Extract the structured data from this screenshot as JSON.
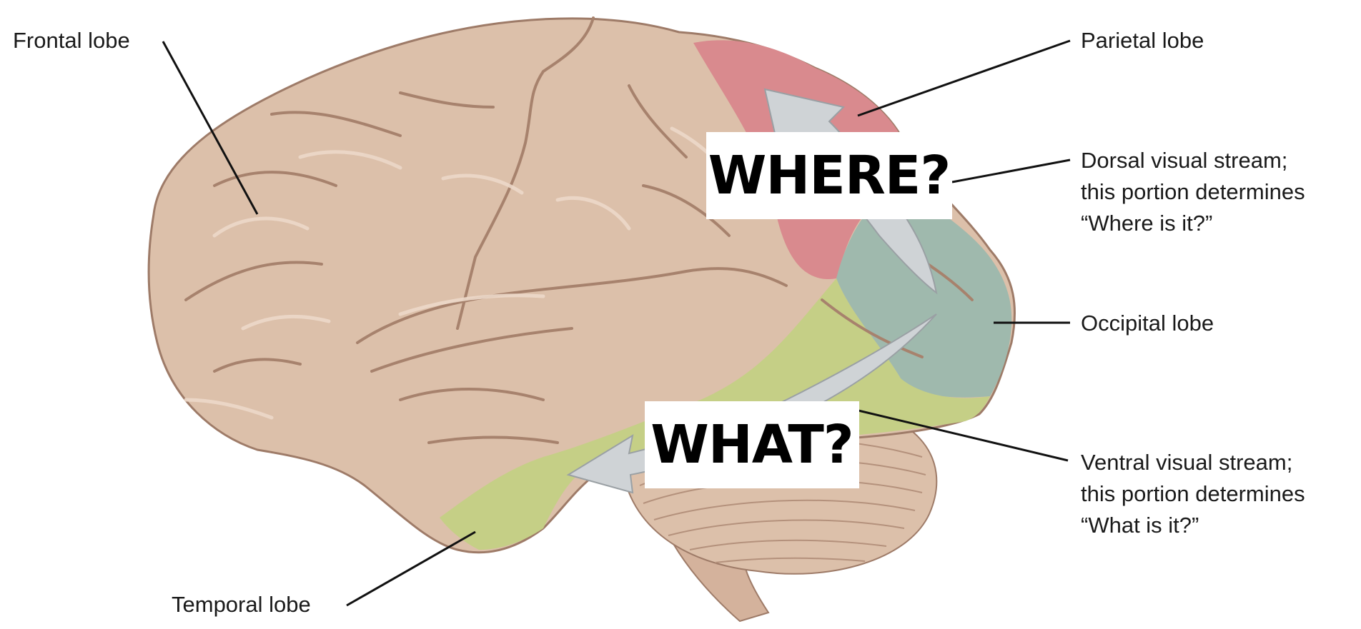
{
  "labels": {
    "frontal": "Frontal lobe",
    "parietal": "Parietal lobe",
    "dorsal": [
      "Dorsal visual stream;",
      "this portion determines",
      "“Where is it?”"
    ],
    "occipital": "Occipital lobe",
    "ventral": [
      "Ventral visual stream;",
      "this portion determines",
      "“What is it?”"
    ],
    "temporal": "Temporal lobe"
  },
  "callouts": {
    "where": "WHERE?",
    "what": "WHAT?"
  },
  "colors": {
    "cerebrum": "#dcc0aa",
    "parietal": "#d98a8e",
    "occipital": "#9fb9ad",
    "temporal_ventral": "#c5cf86",
    "cerebellum": "#dcc0aa",
    "arrow": "#cfd3d6",
    "outline": "#9e7b68"
  }
}
